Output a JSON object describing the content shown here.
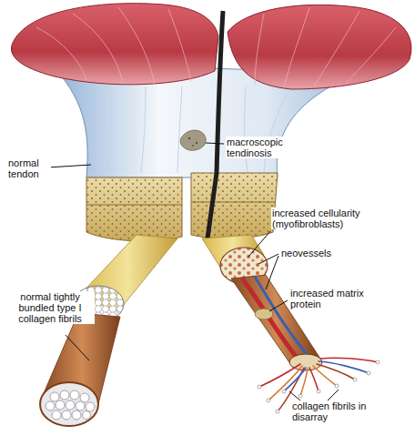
{
  "diagram": {
    "labels": [
      "macroscopic tendinosis",
      "normal tendon",
      "increased cellularity (myofibroblasts)",
      "neovessels",
      "increased matrix protein",
      "normal tightly bundled type I collagen fibrils",
      "collagen fibrils in disarray"
    ]
  }
}
